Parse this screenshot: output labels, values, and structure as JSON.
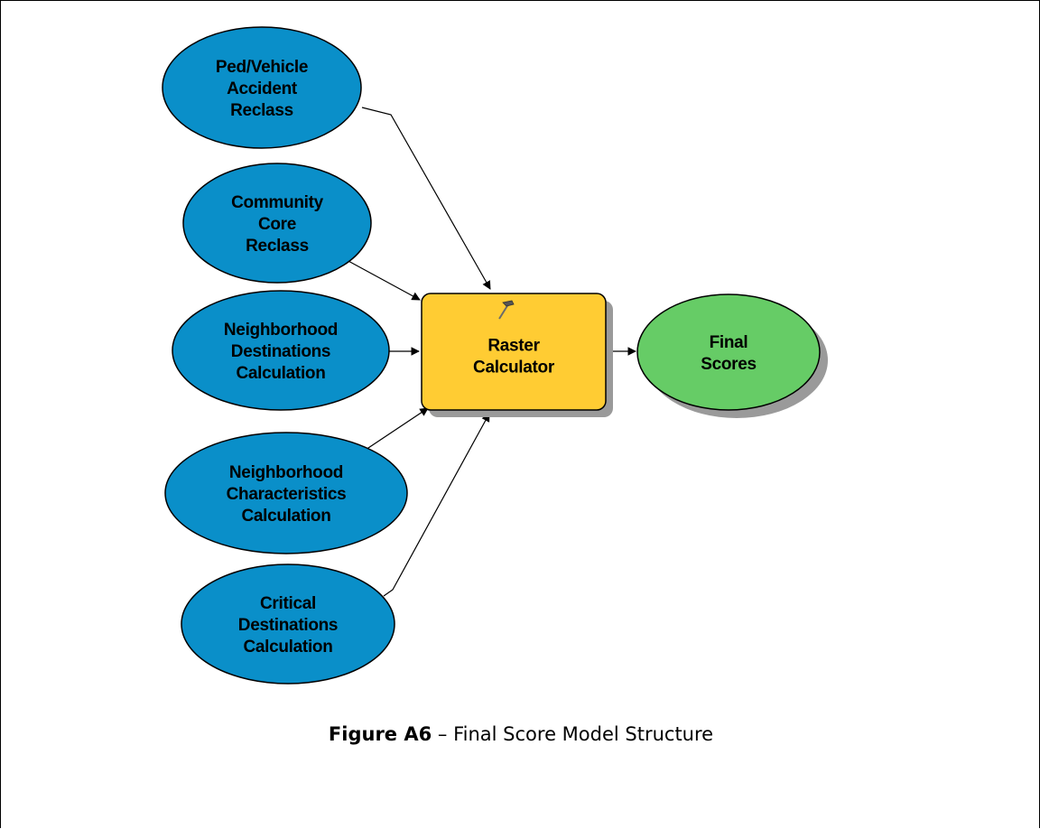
{
  "diagram": {
    "inputs": [
      {
        "id": "ped-vehicle",
        "lines": [
          "Ped/Vehicle",
          "Accident",
          "Reclass"
        ]
      },
      {
        "id": "community-core",
        "lines": [
          "Community",
          "Core",
          "Reclass"
        ]
      },
      {
        "id": "neighborhood-destinations",
        "lines": [
          "Neighborhood",
          "Destinations",
          "Calculation"
        ]
      },
      {
        "id": "neighborhood-characteristics",
        "lines": [
          "Neighborhood",
          "Characteristics",
          "Calculation"
        ]
      },
      {
        "id": "critical-destinations",
        "lines": [
          "Critical",
          "Destinations",
          "Calculation"
        ]
      }
    ],
    "tool": {
      "lines": [
        "Raster",
        "Calculator"
      ]
    },
    "output": {
      "lines": [
        "Final",
        "Scores"
      ]
    },
    "colors": {
      "input_fill": "#0a8fc9",
      "tool_fill": "#ffcc33",
      "output_fill": "#66cc66",
      "stroke": "#000000",
      "shadow": "#9a9a9a"
    }
  },
  "caption": {
    "label": "Figure A6",
    "separator": " – ",
    "text": "Final Score Model Structure"
  }
}
